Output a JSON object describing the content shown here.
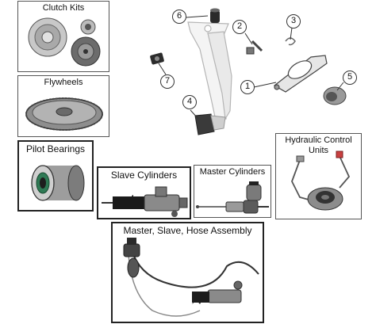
{
  "categories": {
    "clutch_kits": "Clutch Kits",
    "flywheels": "Flywheels",
    "pilot_bearings": "Pilot Bearings",
    "slave_cylinders": "Slave Cylinders",
    "master_cylinders": "Master Cylinders",
    "hydraulic_control_units": "Hydraulic Control Units",
    "assembly": "Master, Slave, Hose Assembly"
  },
  "callouts": [
    "1",
    "2",
    "3",
    "4",
    "5",
    "6",
    "7"
  ]
}
